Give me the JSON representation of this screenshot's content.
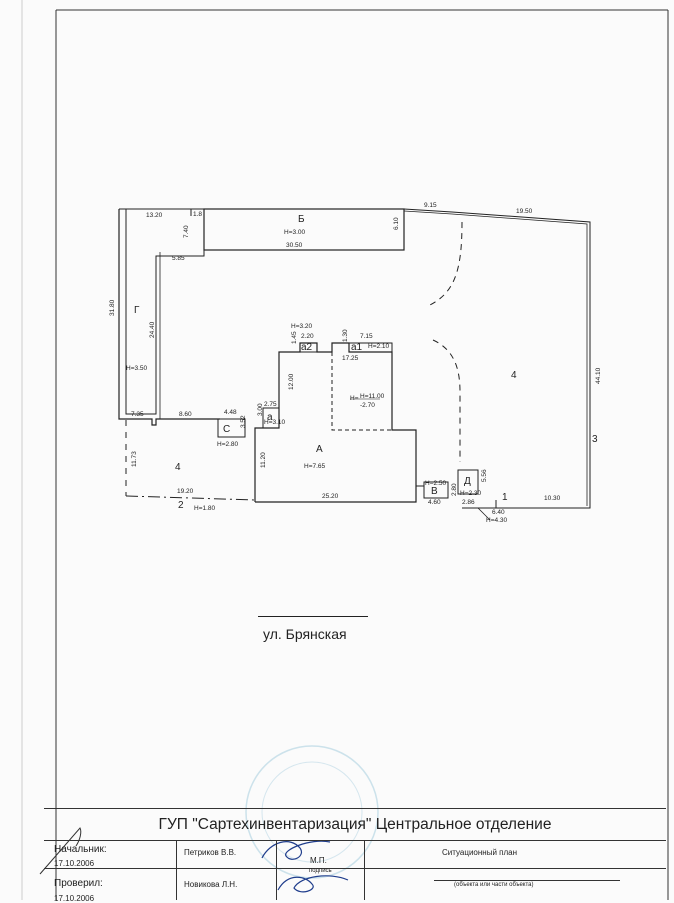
{
  "plan": {
    "buildings": {
      "B_top": {
        "letter": "Б",
        "height": "H=3.00",
        "dim_len": "30.50",
        "dim_side": "6.10"
      },
      "G": {
        "letter": "Г",
        "height": "H=3.50"
      },
      "A": {
        "letter": "А",
        "height": "H=7.65"
      },
      "a": {
        "letter": "а",
        "height": "H=3.10"
      },
      "a1": {
        "letter": "а1",
        "height": "H=2.10"
      },
      "a2": {
        "letter": "а2",
        "height": "H=3.20"
      },
      "C": {
        "letter": "С",
        "height": "H=2.80"
      },
      "V": {
        "letter": "В",
        "height": "H=2.50"
      },
      "D": {
        "letter": "Д",
        "height": "H=2.30"
      }
    },
    "interior": {
      "h_top": "H=11.00",
      "h_bottom": "-2.70"
    },
    "dims": {
      "d1320": "13.20",
      "d18": "1.8",
      "d740": "7.40",
      "d585": "5.85",
      "d3180": "31.80",
      "d2440": "24.40",
      "d735": "7.35",
      "d860": "8.60",
      "d448": "4.48",
      "d352": "3.52",
      "d300": "3.00",
      "d275": "2.75",
      "d1200": "12.00",
      "d145": "1.45",
      "d220": "2.20",
      "d130": "1.30",
      "d715": "7.15",
      "d1725": "17.25",
      "d915": "9.15",
      "d1950": "19.50",
      "d4410": "44.10",
      "d1173": "11.73",
      "d1920": "19.20",
      "d1120": "11.20",
      "d2520": "25.20",
      "d460": "4.60",
      "d280": "2.80",
      "d556": "5.56",
      "d286": "2.86",
      "d640": "6.40",
      "d1030": "10.30",
      "h180": "H=1.80",
      "h430": "H=4.30"
    },
    "zones": {
      "z1": "1",
      "z2": "2",
      "z3": "3",
      "z4_right": "4",
      "z4_left": "4"
    }
  },
  "street": "ул. Брянская",
  "title_block": {
    "organization": "ГУП \"Сартехинвентаризация\" Центральное отделение",
    "chief_label": "Начальник:",
    "chief_date": "17.10.2006",
    "chief_name": "Петриков В.В.",
    "seal": "М.П.",
    "signature_caption": "подпись",
    "doc_title": "Ситуационный план",
    "checked_label": "Проверил:",
    "checked_date": "17.10.2006",
    "checked_name": "Новикова Л.Н.",
    "object_caption": "(объекта или части объекта)"
  }
}
